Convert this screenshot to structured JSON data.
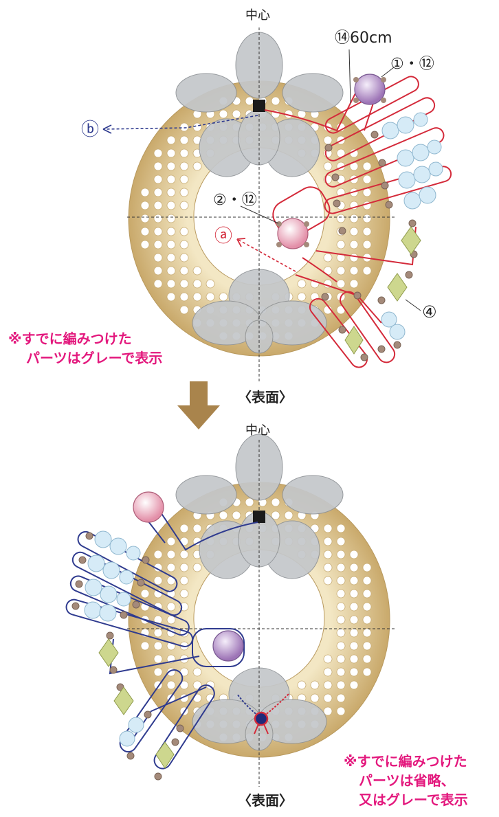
{
  "top": {
    "center_label": "中心",
    "label_b": "ⓑ",
    "label_a": "ⓐ",
    "label_bead_14": "⑭60cm",
    "label_bead_1_12": "①・⑫",
    "label_bead_2_12": "②・⑫",
    "label_bead_4": "④",
    "note_line1": "※すでに編みつけた",
    "note_line2": "パーツはグレーで表示",
    "side_label": "〈表面〉"
  },
  "bottom": {
    "center_label": "中心",
    "note_line1": "※すでに編みつけた",
    "note_line2": "パーツは省略、",
    "note_line3": "又はグレーで表示",
    "side_label": "〈表面〉"
  },
  "colors": {
    "base_ring": "#d9c28c",
    "ring_dark": "#b39660",
    "gray_parts": "#b9bcbf",
    "red_wire": "#d42a3a",
    "blue_wire": "#2f3b8f",
    "note_pink": "#e3187d",
    "arrow_brown": "#a9844c",
    "bead_blue": "#cfe6f3",
    "bead_brown": "#a48a7a",
    "bead_green": "#c9d48a",
    "bead_pink": "#f0b6c6",
    "bead_purple": "#b796c9"
  }
}
